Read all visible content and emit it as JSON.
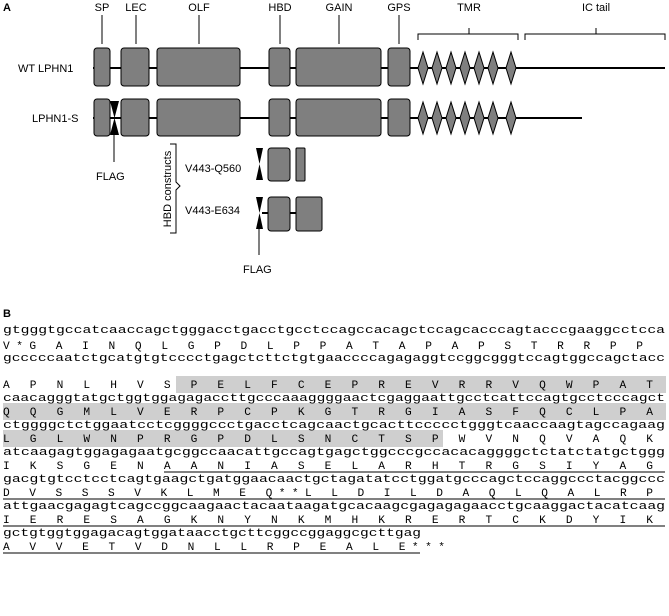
{
  "panels": {
    "a": {
      "letter": "A",
      "domains": [
        {
          "label": "SP"
        },
        {
          "label": "LEC"
        },
        {
          "label": "OLF"
        },
        {
          "label": "HBD"
        },
        {
          "label": "GAIN"
        },
        {
          "label": "GPS"
        },
        {
          "label": "TMR"
        },
        {
          "label": "IC tail"
        }
      ],
      "constructs": [
        {
          "label": "WT LPHN1"
        },
        {
          "label": "LPHN1-S"
        },
        {
          "label": "V443-Q560"
        },
        {
          "label": "V443-E634"
        }
      ],
      "flag_label": "FLAG",
      "bracket_label": "HBD constructs"
    },
    "b": {
      "letter": "B",
      "lines": [
        {
          "dna": "gtgggtgccatcaaccagctgggacctgacctgcctccagccacagctccagcacccagtacccgaaggcctcca",
          "aa": "V*G A I N Q L G P D L P P A T A P A P S T R R P P"
        },
        {
          "dna": "gcccccaatctgcatgtgtcccctgagctcttctgtgaaccccagagaggtccggcgggtccagtggccagctacc",
          "aa": "A P N L H V S P E L F C E P R E V R R V Q W P A T"
        },
        {
          "dna": "caacagggtatgctggtggagagaccttgcccaaaggggaactcgaggaattgcctcattccagtgcctcccagct",
          "aa": "Q Q G M L V E R P C P K G T R G I A S F Q C L P A"
        },
        {
          "dna": "ctggggctctggaatcctcggggccctgacctcagcaactgcacttccccctgggtcaaccaagtagccagaag",
          "aa": "L G L W N P R G P D L S N C T S P W V N Q V A Q K"
        },
        {
          "dna": "atcaagagtggagagaatgcggccaacattgccagtgagctggcccgccacacaggggctctatctatgctggg",
          "aa": "I K S G E N A A N I A S E L A R H T R G S I Y A G"
        },
        {
          "dna": "gacgtgtcctcctcagtgaagctgatggaacaactgctagatatcctggatgcccagctccaggccctacggccc",
          "aa": "D V S S S V K L M E Q**L L D I L D A Q L Q A L R P"
        },
        {
          "dna": "attgaacgagagtcagccggcaagaactacaataagatgcacaagcgagagagaacctgcaaggactacatcaag",
          "aa": "I E R E S A G K N Y N K M H K R E R T C K D Y I K"
        },
        {
          "dna": "gctgtggtggagacagtggataacctgcttcggccggaggcgcttgag",
          "aa": "A V V E T V D N L L R P E A L E***"
        }
      ]
    }
  },
  "colors": {
    "domain_fill": "#7f7f7f",
    "outline": "#000000",
    "highlight": "#cfcfcf",
    "text": "#000000"
  }
}
